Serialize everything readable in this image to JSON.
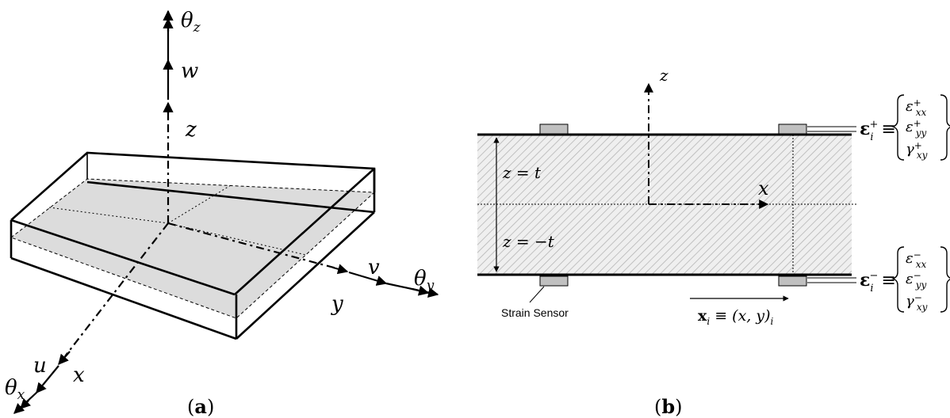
{
  "panel_a": {
    "caption": {
      "open": "(",
      "letter": "a",
      "close": ")"
    },
    "axis_labels": {
      "theta_z": "θ",
      "theta_z_sub": "z",
      "w": "w",
      "z": "z",
      "v": "v",
      "theta_y": "θ",
      "theta_y_sub": "y",
      "y": "y",
      "u": "u",
      "x": "x",
      "theta_x": "θ",
      "theta_x_sub": "x"
    }
  },
  "panel_b": {
    "caption": {
      "open": "(",
      "letter": "b",
      "close": ")"
    },
    "axis_labels": {
      "z": "z",
      "x": "x"
    },
    "dimension_labels": {
      "top": "z = t",
      "bottom": "z = −t"
    },
    "sensor_label": "Strain Sensor",
    "position_label": {
      "bold": "x",
      "sub": "i",
      "rest": " ≡ (x, y)",
      "rest_sub": "i"
    },
    "strain_top": {
      "eps": "ε",
      "sub": "i",
      "sup": "+",
      "equiv": "≡",
      "rows": [
        {
          "sym": "ε",
          "sup": "+",
          "sub": "xx"
        },
        {
          "sym": "ε",
          "sup": "+",
          "sub": "yy"
        },
        {
          "sym": "γ",
          "sup": "+",
          "sub": "xy"
        }
      ]
    },
    "strain_bottom": {
      "eps": "ε",
      "sub": "i",
      "sup": "−",
      "equiv": "≡",
      "rows": [
        {
          "sym": "ε",
          "sup": "−",
          "sub": "xx"
        },
        {
          "sym": "ε",
          "sup": "−",
          "sub": "yy"
        },
        {
          "sym": "γ",
          "sup": "−",
          "sub": "xy"
        }
      ]
    }
  },
  "colors": {
    "ink": "#000000",
    "plate_fill": "#dcdcdc",
    "sensor_fill": "#c0c0c0",
    "hatch": "#b5b5b5",
    "mid_fill": "#e6e6e6"
  }
}
